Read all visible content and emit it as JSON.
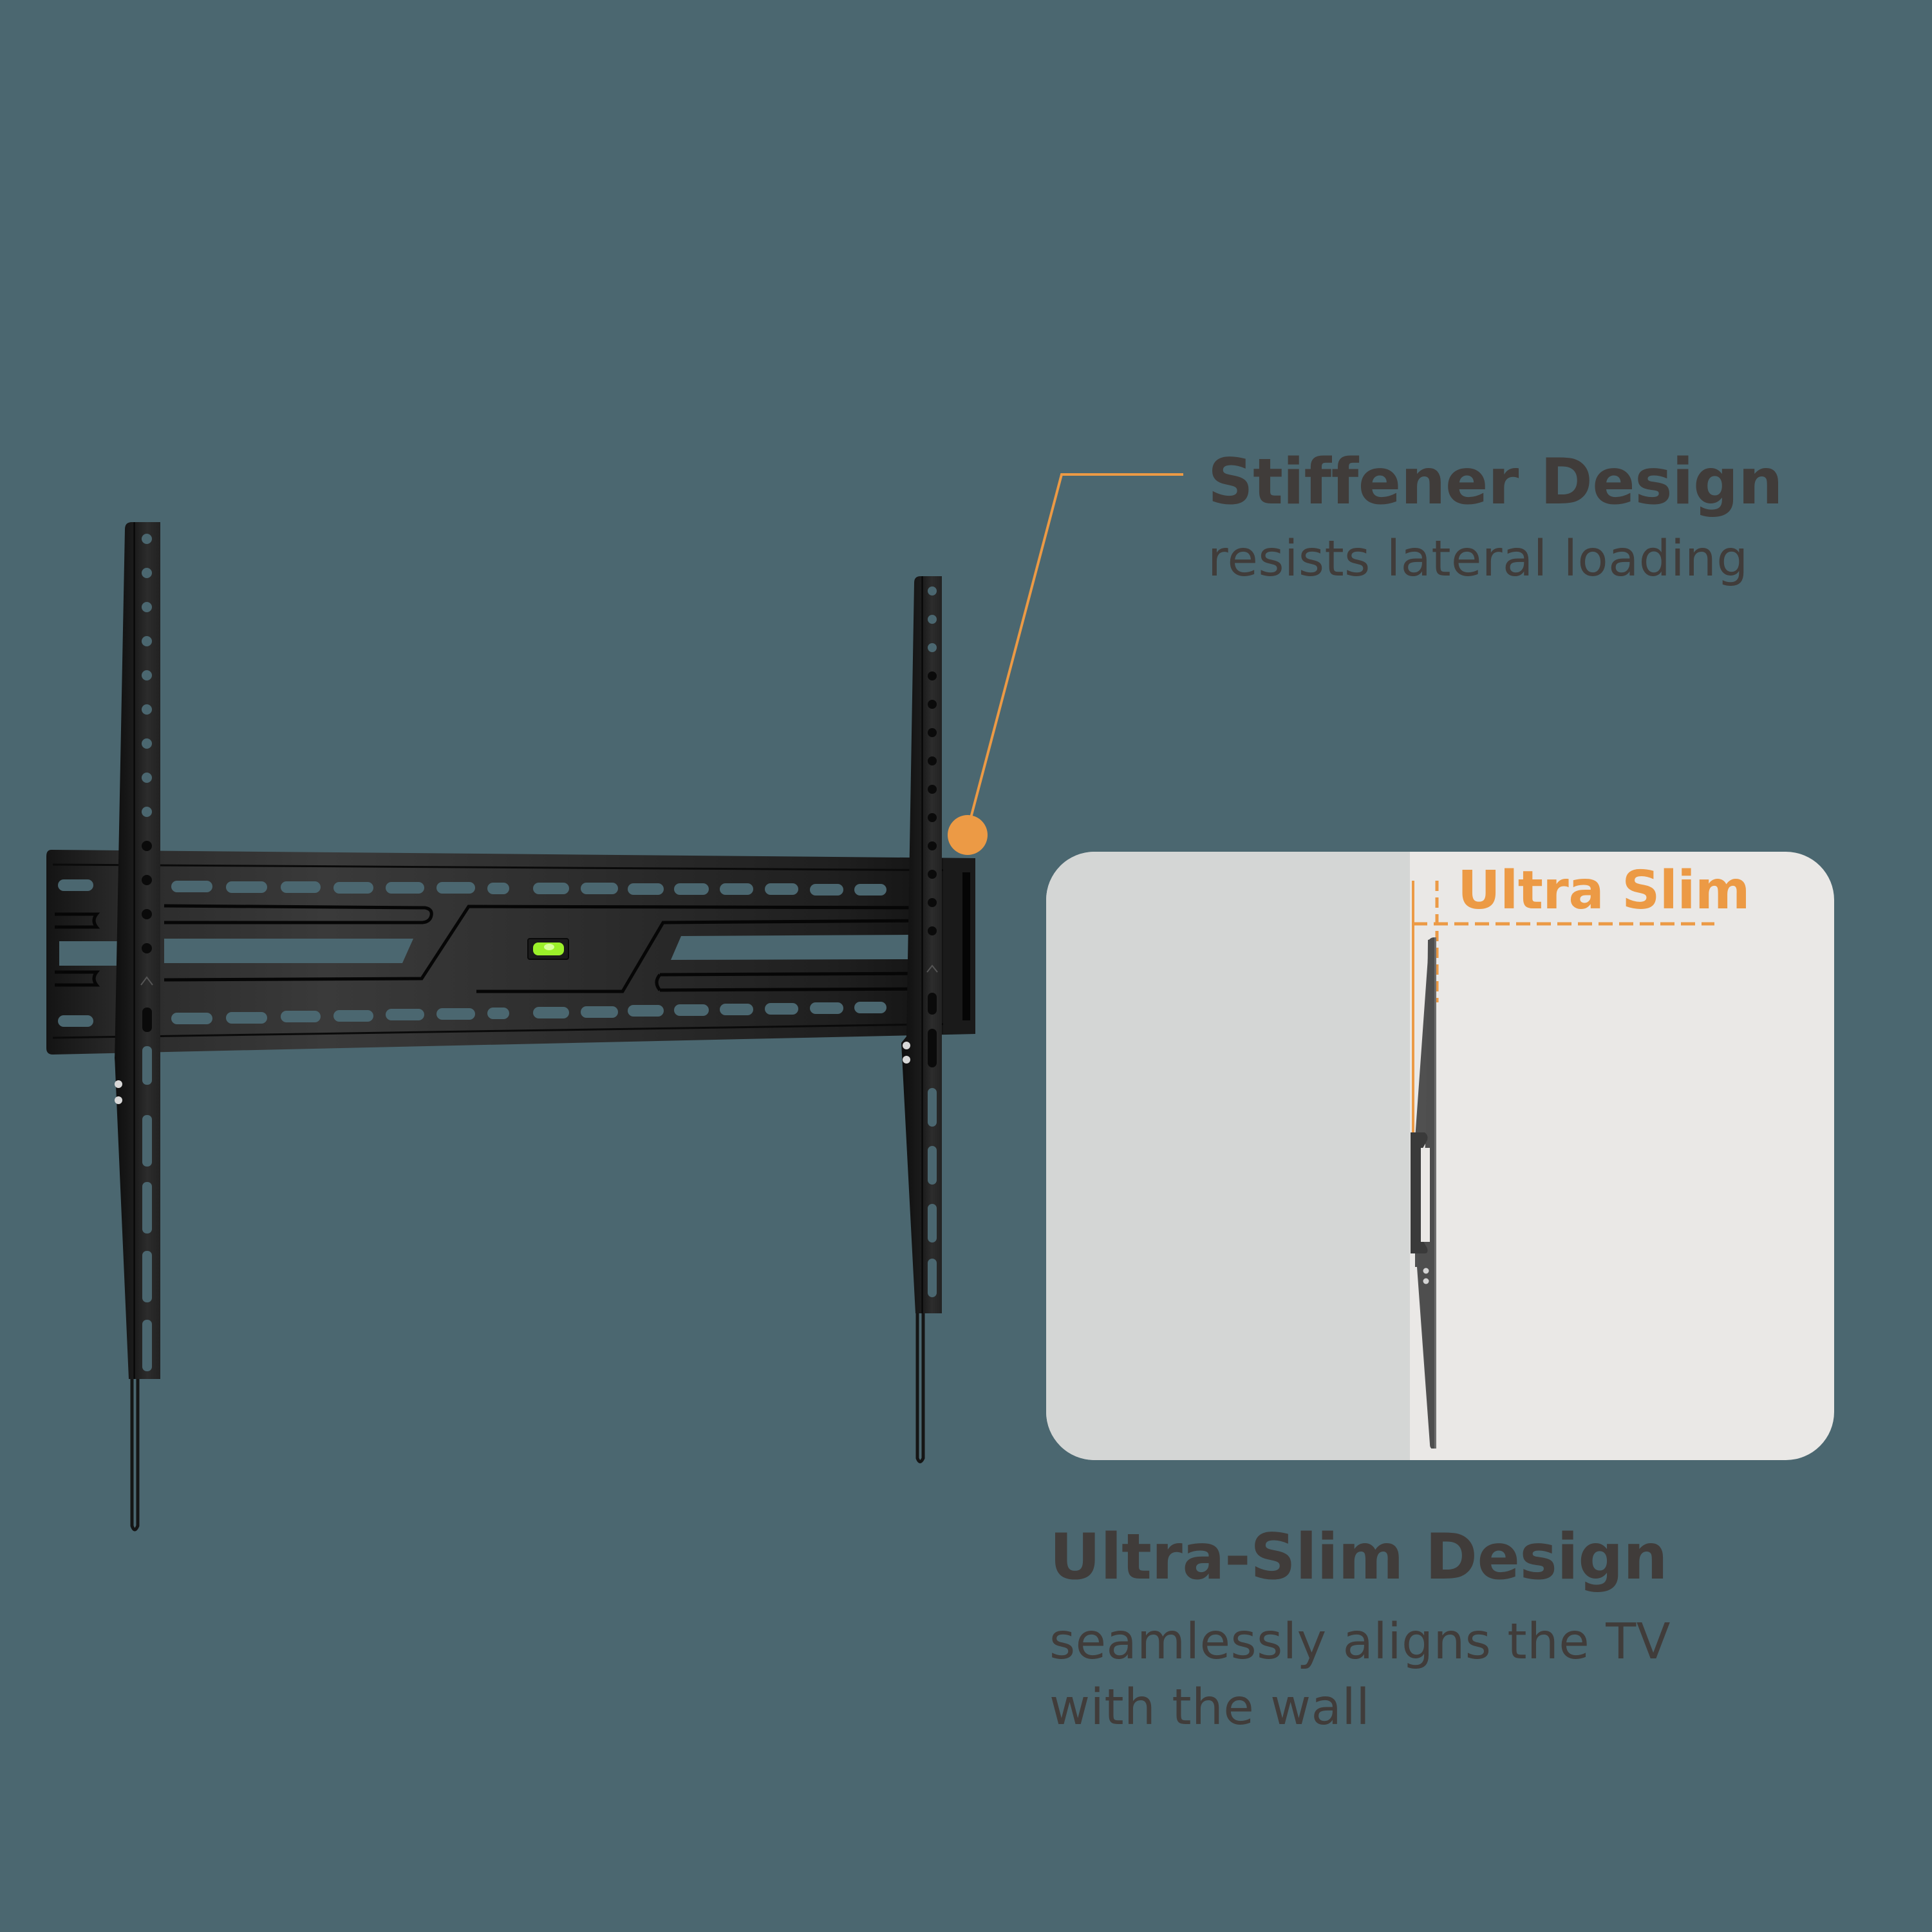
{
  "colors": {
    "background": "#4B6770",
    "text": "#403C3A",
    "accent": "#EC9A45",
    "panel_wall": "#D4D6D5",
    "panel_room": "#EAE8E6",
    "bracket_dark": "#1E1E1E",
    "bracket_mid": "#6E6E6E",
    "level_green": "#9BF02A"
  },
  "callout_stiffener": {
    "title": "Stiffener Design",
    "subtitle": "resists lateral loading",
    "marker_icon": "callout-dot"
  },
  "profile_panel": {
    "dimension_label": "Ultra Slim"
  },
  "callout_ultraslim": {
    "title": "Ultra-Slim Design",
    "subtitle_line1": "seamlessly aligns the TV",
    "subtitle_line2": "with the wall"
  },
  "product": {
    "name": "fixed-tv-wall-mount-bracket",
    "features": [
      "level-bubble",
      "vertical-rails",
      "horizontal-wall-plate",
      "safety-cables"
    ]
  }
}
